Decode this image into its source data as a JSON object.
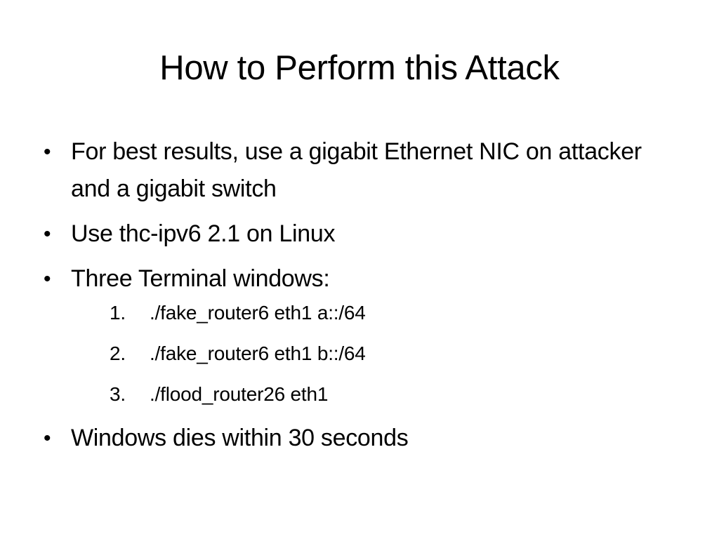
{
  "slide": {
    "title": "How to Perform this Attack",
    "bullets": [
      {
        "text": "For best results, use a gigabit Ethernet NIC on attacker and a gigabit switch"
      },
      {
        "text": "Use thc-ipv6 2.1 on Linux"
      },
      {
        "text": "Three Terminal windows:"
      },
      {
        "text": "Windows dies within 30 seconds"
      }
    ],
    "subitems": [
      {
        "number": "1.",
        "text": "./fake_router6 eth1 a::/64"
      },
      {
        "number": "2.",
        "text": "./fake_router6 eth1 b::/64"
      },
      {
        "number": "3.",
        "text": "./flood_router26 eth1"
      }
    ],
    "bullet_symbol": "•"
  }
}
